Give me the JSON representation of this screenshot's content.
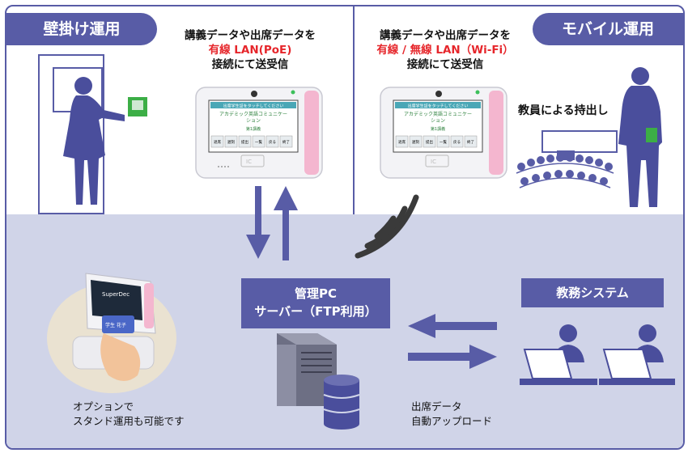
{
  "tabs": {
    "wall": "壁掛け運用",
    "mobile": "モバイル運用"
  },
  "wall_caption": {
    "line1": "講義データや出席データを",
    "line2": "有線 LAN(PoE)",
    "line3": "接続にて送受信"
  },
  "mobile_caption": {
    "line1": "講義データや出席データを",
    "line2": "有線 / 無線 LAN（Wi-Fi）",
    "line3": "接続にて送受信"
  },
  "teacher_label": "教員による持出し",
  "server_box": {
    "line1": "管理PC",
    "line2": "サーバー（FTP利用）"
  },
  "kyomu_box": "教務システム",
  "stand_note": {
    "line1": "オプションで",
    "line2": "スタンド運用も可能です"
  },
  "upload_note": {
    "line1": "出席データ",
    "line2": "自動アップロード"
  },
  "device_screen": {
    "line1": "出席学生証をタッチしてください",
    "line2": "アカデミック英語コミュニケー",
    "line3": "ション",
    "line4": "第1講義",
    "buttons": [
      "退席",
      "遅刻",
      "提出",
      "一覧",
      "戻る",
      "終了"
    ]
  },
  "stand_device": {
    "brand": "SuperDec",
    "card_text": "学生 花子"
  },
  "colors": {
    "primary": "#585ca6",
    "background_lower": "#d0d4e8",
    "accent_red": "#e6262b",
    "silhouette": "#4a4e9c",
    "device_pink": "#f4b6cf",
    "device_screen": "#4aa7b6"
  }
}
